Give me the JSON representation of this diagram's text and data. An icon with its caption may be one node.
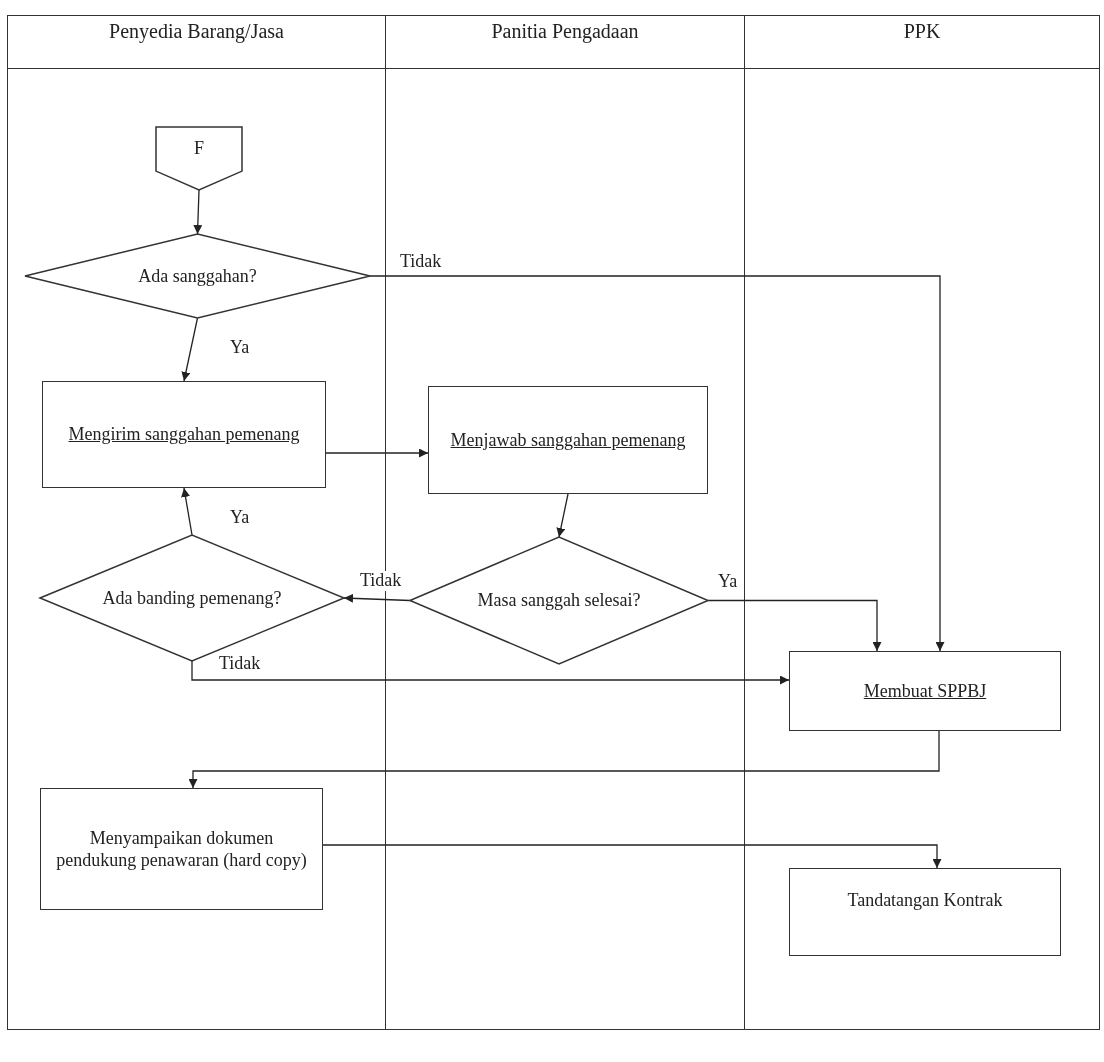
{
  "diagram": {
    "nodes": [
      {
        "text": [
          "Penyedia Barang/Jasa"
        ]
      },
      {
        "text": [
          "Panitia Pengadaan"
        ]
      },
      {
        "text": [
          "PPK"
        ]
      },
      {
        "text": [
          "F"
        ],
        "in": 0
      },
      {
        "text": [
          "Ada sanggahan?"
        ],
        "in": 0
      },
      {
        "text": [
          "Mengirim sanggahan pemenang"
        ],
        "in": 0
      },
      {
        "text": [
          "Menjawab sanggahan pemenang"
        ],
        "in": 1
      },
      {
        "text": [
          "Ada banding pemenang?"
        ],
        "in": 0
      },
      {
        "text": [
          "Masa sanggah selesai?"
        ],
        "in": 1
      },
      {
        "text": [
          "Membuat SPPBJ"
        ],
        "in": 2
      },
      {
        "text": [
          "Menyampaikan dokumen pendukung penawaran (hard copy)"
        ],
        "in": 0
      },
      {
        "text": [
          "Tandatangan Kontrak"
        ],
        "in": 2
      }
    ],
    "edges": [
      {
        "from": 3,
        "to": 4,
        "arrow": "to"
      },
      {
        "from": 4,
        "to": 5,
        "arrow": "to",
        "label": "Ya"
      },
      {
        "from": 4,
        "to": 9,
        "arrow": "to",
        "label": "Tidak"
      },
      {
        "from": 5,
        "to": 6,
        "arrow": "to"
      },
      {
        "from": 6,
        "to": 8,
        "arrow": "to"
      },
      {
        "from": 8,
        "to": 7,
        "arrow": "to",
        "label": "Tidak"
      },
      {
        "from": 8,
        "to": 9,
        "arrow": "to",
        "label": "Ya"
      },
      {
        "from": 7,
        "to": 5,
        "arrow": "to",
        "label": "Ya"
      },
      {
        "from": 7,
        "to": 9,
        "arrow": "to",
        "label": "Tidak"
      },
      {
        "from": 9,
        "to": 10,
        "arrow": "to"
      },
      {
        "from": 10,
        "to": 11,
        "arrow": "to"
      }
    ]
  }
}
